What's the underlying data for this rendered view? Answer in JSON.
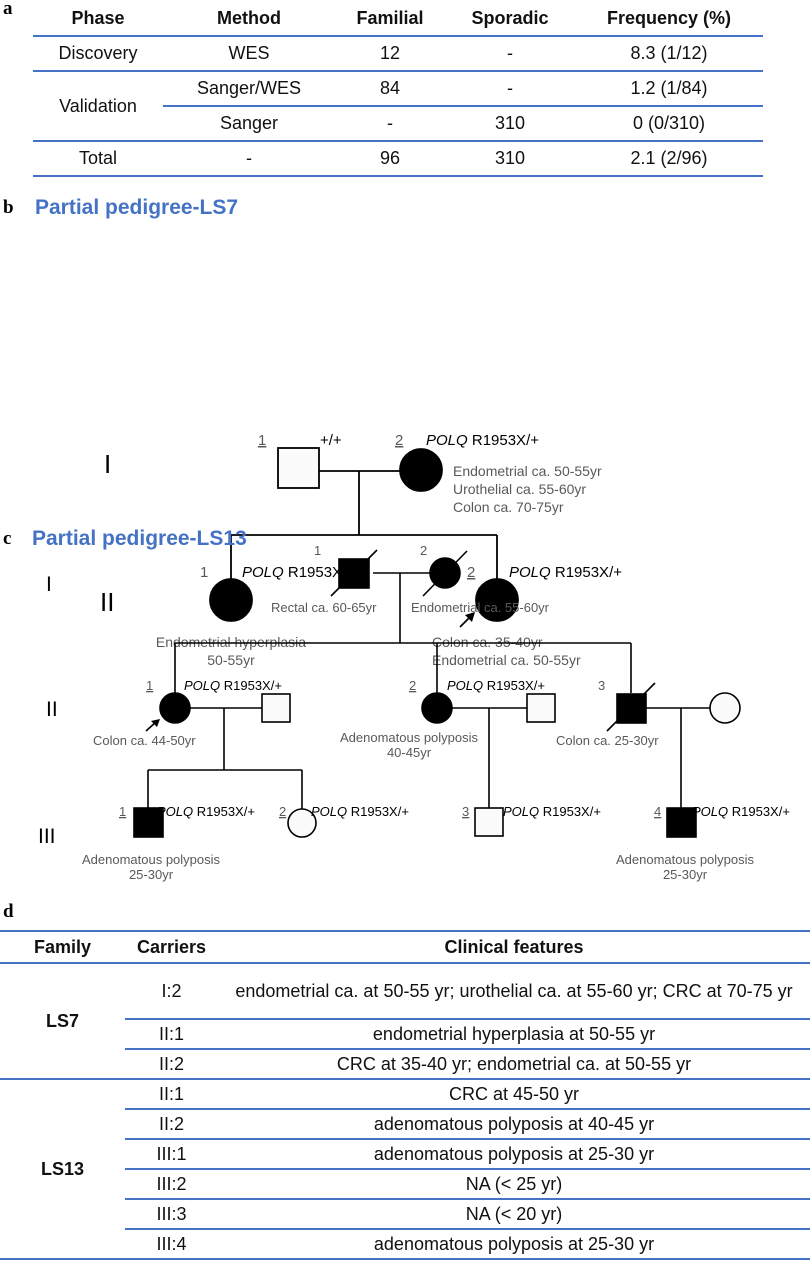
{
  "panel_a": {
    "letter": "a",
    "headers": [
      "Phase",
      "Method",
      "Familial",
      "Sporadic",
      "Frequency (%)"
    ],
    "rows": [
      {
        "phase": "Discovery",
        "method": "WES",
        "familial": "12",
        "sporadic": "-",
        "frequency": "8.3 (1/12)"
      },
      {
        "phase": "Validation",
        "method": "Sanger/WES",
        "familial": "84",
        "sporadic": "-",
        "frequency": "1.2 (1/84)"
      },
      {
        "phase": "",
        "method": "Sanger",
        "familial": "-",
        "sporadic": "310",
        "frequency": "0 (0/310)"
      },
      {
        "phase": "Total",
        "method": "-",
        "familial": "96",
        "sporadic": "310",
        "frequency": "2.1 (2/96)"
      }
    ]
  },
  "panel_b": {
    "letter": "b",
    "title": "Partial pedigree-LS7",
    "gen_I": "I",
    "gen_II": "II",
    "i1_num": "1",
    "i1_geno": "+/+",
    "i2_num": "2",
    "gene": "POLQ",
    "variant": "R1953X/+",
    "i2_pheno": [
      "Endometrial ca. 50-55yr",
      "Urothelial ca. 55-60yr",
      "Colon ca. 70-75yr"
    ],
    "ii1_num": "1",
    "ii1_pheno": [
      "Endometrial hyperplasia",
      "50-55yr"
    ],
    "ii2_num": "2",
    "ii2_pheno": [
      "Colon ca. 35-40yr",
      "Endometrial ca. 50-55yr"
    ]
  },
  "panel_c": {
    "letter": "c",
    "title": "Partial pedigree-LS13",
    "gen_I": "I",
    "gen_II": "II",
    "gen_III": "III",
    "gene": "POLQ",
    "variant": "R1953X/+",
    "i1_num": "1",
    "i1_pheno": "Rectal ca. 60-65yr",
    "i2_num": "2",
    "i2_pheno": "Endometrial ca. 55-60yr",
    "ii1_num": "1",
    "ii1_pheno": "Colon ca. 44-50yr",
    "ii2_num": "2",
    "ii2_pheno": [
      "Adenomatous polyposis",
      "40-45yr"
    ],
    "ii3_num": "3",
    "ii3_pheno": "Colon ca. 25-30yr",
    "iii1_num": "1",
    "iii1_pheno": [
      "Adenomatous polyposis",
      "25-30yr"
    ],
    "iii2_num": "2",
    "iii3_num": "3",
    "iii4_num": "4",
    "iii4_pheno": [
      "Adenomatous polyposis",
      "25-30yr"
    ]
  },
  "panel_d": {
    "letter": "d",
    "headers": [
      "Family",
      "Carriers",
      "Clinical features"
    ],
    "families": [
      {
        "name": "LS7",
        "carriers": [
          {
            "id": "I:2",
            "features": "endometrial ca. at 50-55 yr; urothelial ca. at 55-60 yr; CRC at 70-75 yr"
          },
          {
            "id": "II:1",
            "features": "endometrial hyperplasia at 50-55 yr"
          },
          {
            "id": "II:2",
            "features": "CRC at 35-40 yr; endometrial ca. at 50-55 yr"
          }
        ]
      },
      {
        "name": "LS13",
        "carriers": [
          {
            "id": "II:1",
            "features": "CRC at 45-50 yr"
          },
          {
            "id": "II:2",
            "features": "adenomatous polyposis at 40-45 yr"
          },
          {
            "id": "III:1",
            "features": "adenomatous polyposis at 25-30 yr"
          },
          {
            "id": "III:2",
            "features": "NA (< 25 yr)"
          },
          {
            "id": "III:3",
            "features": "NA (< 20 yr)"
          },
          {
            "id": "III:4",
            "features": "adenomatous polyposis at 25-30 yr"
          }
        ]
      }
    ]
  }
}
